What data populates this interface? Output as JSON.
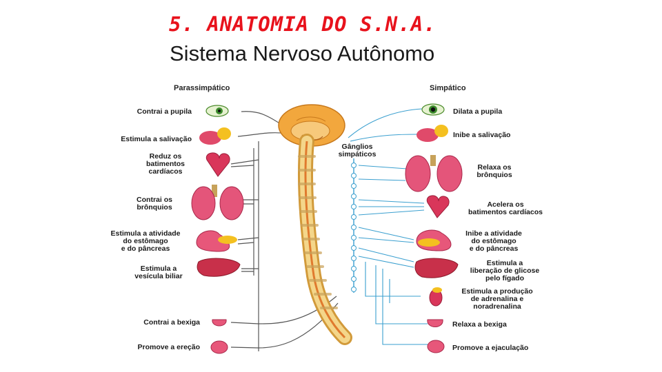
{
  "title": "5. ANATOMIA DO S.N.A.",
  "subtitle": "Sistema Nervoso Autônomo",
  "parasympathetic": {
    "heading": "Parassimpático",
    "items": [
      "Contrai a pupila",
      "Estimula a salivação",
      "Reduz os\nbatimentos\ncardíacos",
      "Contrai os\nbrônquios",
      "Estimula a atividade\ndo estômago\ne do pâncreas",
      "Estimula a\nvesícula biliar",
      "Contrai a bexiga",
      "Promove a ereção"
    ]
  },
  "sympathetic": {
    "heading": "Simpático",
    "ganglia_label": "Gânglios\nsimpáticos",
    "items": [
      "Dilata a pupila",
      "Inibe a salivação",
      "Relaxa os\nbrônquios",
      "Acelera os\nbatimentos cardíacos",
      "Inibe a atividade\ndo estômago\ne do pâncreas",
      "Estimula a\nliberação de glicose\npelo fígado",
      "Estimula a produção\nde adrenalina e\nnoradrenalina",
      "Relaxa a bexiga",
      "Promove a ejaculação"
    ]
  },
  "colors": {
    "title": "#e8121c",
    "nerve_left": "#555555",
    "nerve_right": "#3a9fcf",
    "organ": "#d9365a",
    "brain": "#f2a73d",
    "spine": "#f4d68a"
  }
}
